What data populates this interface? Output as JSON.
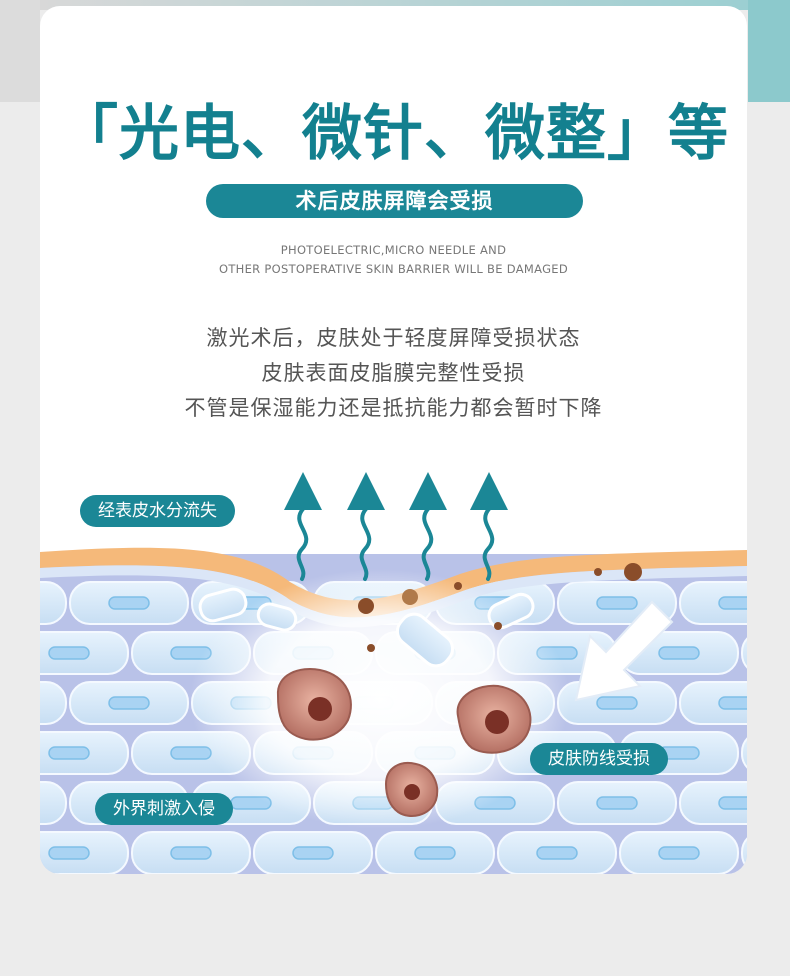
{
  "headline": "「光电、微针、微整」等",
  "subtitle_pill": "术后皮肤屏障会受损",
  "english_lines": [
    "PHOTOELECTRIC,MICRO NEEDLE AND",
    "OTHER POSTOPERATIVE SKIN BARRIER WILL BE DAMAGED"
  ],
  "body_lines": [
    "激光术后，皮肤处于轻度屏障受损状态",
    "皮肤表面皮脂膜完整性受损",
    "不管是保湿能力还是抵抗能力都会暂时下降"
  ],
  "labels": {
    "water_loss": "经表皮水分流失",
    "barrier_damaged": "皮肤防线受损",
    "external_invasion": "外界刺激入侵"
  },
  "colors": {
    "teal": "#13808f",
    "pill": "#1b8796",
    "skin_surface": "#f5b97a",
    "cell_blue": "#cfe6f8",
    "damaged_cell": "#b8736a"
  }
}
